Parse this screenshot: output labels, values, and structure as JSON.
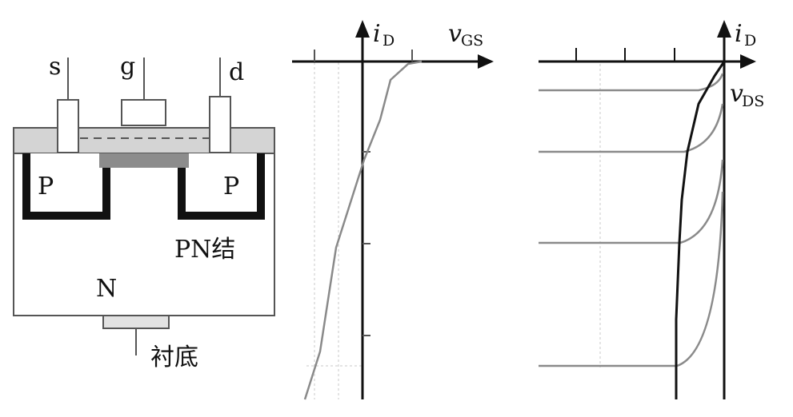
{
  "structure": {
    "source": "s",
    "gate": "g",
    "drain": "d",
    "p_left": "P",
    "p_right": "P",
    "junction": "PN结",
    "bulk": "N",
    "substrate": "衬底"
  },
  "transfer_plot": {
    "y_var": "i",
    "y_sub": "D",
    "x_var": "v",
    "x_sub": "GS"
  },
  "output_plot": {
    "y_var": "i",
    "y_sub": "D",
    "x_var": "v",
    "x_sub": "DS"
  },
  "colors": {
    "ink": "#111111",
    "curve": "#8a8a8a",
    "oxide": "#d4d4d4",
    "channel": "#8c8c8c"
  }
}
